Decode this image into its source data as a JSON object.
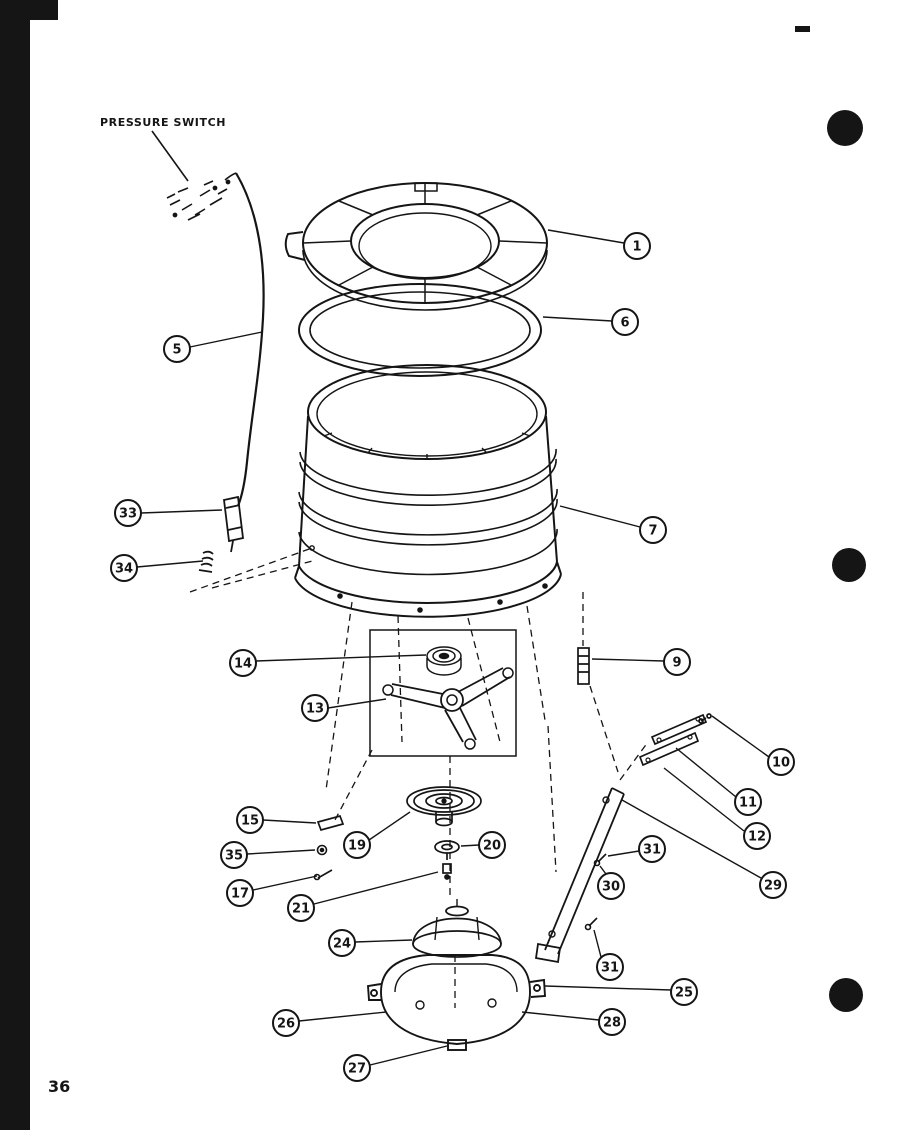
{
  "page": {
    "number": "36",
    "pressure_switch_label": "PRESSURE SWITCH"
  },
  "colors": {
    "ink": "#151515",
    "paper": "#ffffff"
  },
  "callouts": [
    {
      "label": "1"
    },
    {
      "label": "6"
    },
    {
      "label": "5"
    },
    {
      "label": "7"
    },
    {
      "label": "33"
    },
    {
      "label": "34"
    },
    {
      "label": "14"
    },
    {
      "label": "13"
    },
    {
      "label": "9"
    },
    {
      "label": "10"
    },
    {
      "label": "11"
    },
    {
      "label": "12"
    },
    {
      "label": "15"
    },
    {
      "label": "19"
    },
    {
      "label": "35"
    },
    {
      "label": "20"
    },
    {
      "label": "17"
    },
    {
      "label": "21"
    },
    {
      "label": "29"
    },
    {
      "label": "31"
    },
    {
      "label": "30"
    },
    {
      "label": "24"
    },
    {
      "label": "31"
    },
    {
      "label": "25"
    },
    {
      "label": "26"
    },
    {
      "label": "28"
    },
    {
      "label": "27"
    }
  ]
}
